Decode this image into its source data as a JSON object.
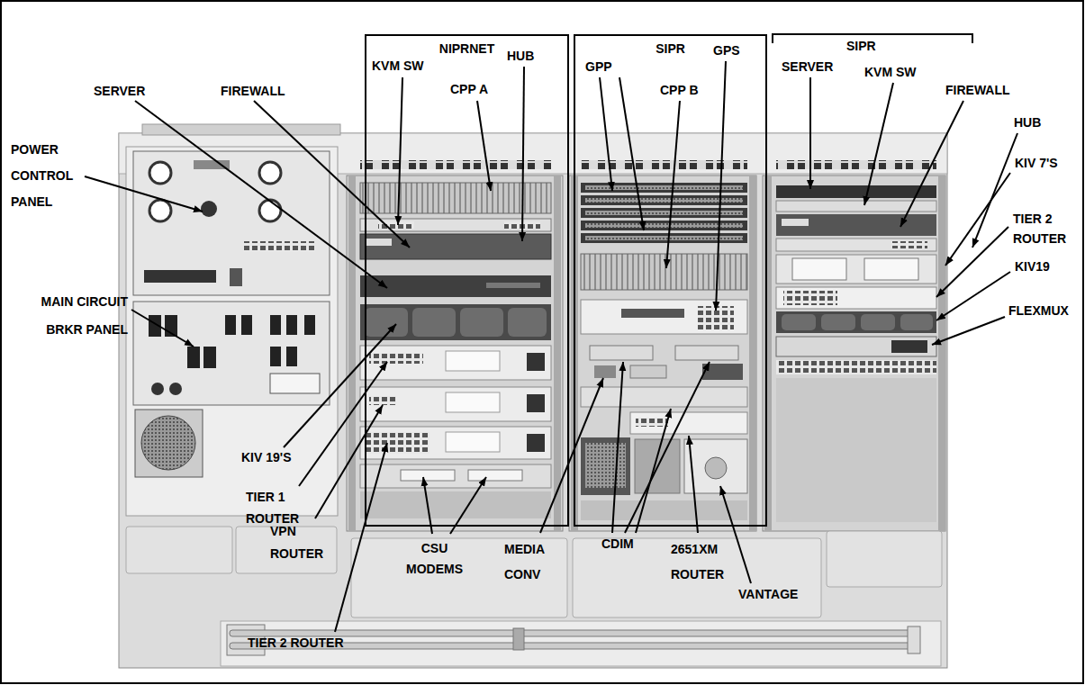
{
  "diagram": {
    "nodes": [
      {
        "text": [
          "NIPRNET"
        ]
      },
      {
        "text": [
          "SIPR"
        ]
      }
    ],
    "labels": [
      "SERVER",
      "FIREWALL",
      "POWER CONTROL PANEL",
      "MAIN CIRCUIT BRKR PANEL",
      "KVM SW",
      "HUB",
      "CPP A",
      "GPP",
      "GPS",
      "CPP B",
      "SIPR",
      "SERVER",
      "KVM SW",
      "FIREWALL",
      "HUB",
      "KIV 7'S",
      "TIER 2 ROUTER",
      "KIV19",
      "FLEXMUX",
      "KIV 19'S",
      "TIER 1 ROUTER",
      "VPN ROUTER",
      "CSU MODEMS",
      "TIER 2 ROUTER",
      "MEDIA CONV",
      "CDIM",
      "2651XM ROUTER",
      "VANTAGE"
    ]
  }
}
